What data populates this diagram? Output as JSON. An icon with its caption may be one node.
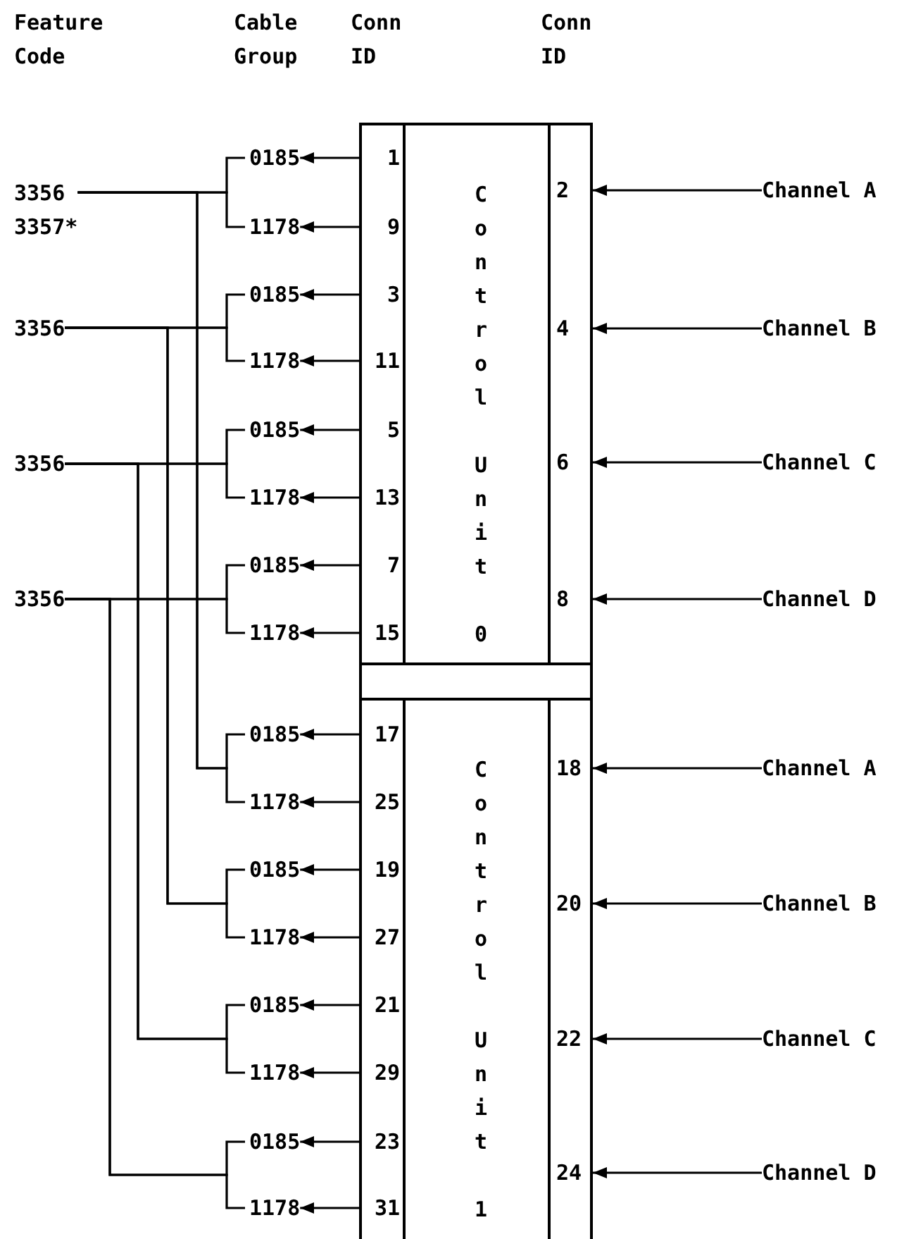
{
  "diagram": {
    "nodes": [
      {
        "text": [
          "3356",
          "3357*"
        ]
      },
      {
        "text": [
          "3356"
        ]
      },
      {
        "text": [
          "3356"
        ]
      },
      {
        "text": [
          "3356"
        ]
      },
      {
        "text": [
          "0185"
        ]
      },
      {
        "text": [
          "1178"
        ]
      },
      {
        "text": [
          "0185"
        ]
      },
      {
        "text": [
          "1178"
        ]
      },
      {
        "text": [
          "0185"
        ]
      },
      {
        "text": [
          "1178"
        ]
      },
      {
        "text": [
          "0185"
        ]
      },
      {
        "text": [
          "1178"
        ]
      },
      {
        "text": [
          "0185"
        ]
      },
      {
        "text": [
          "1178"
        ]
      },
      {
        "text": [
          "0185"
        ]
      },
      {
        "text": [
          "1178"
        ]
      },
      {
        "text": [
          "0185"
        ]
      },
      {
        "text": [
          "1178"
        ]
      },
      {
        "text": [
          "0185"
        ]
      },
      {
        "text": [
          "1178"
        ]
      },
      {
        "text": [
          "Control Unit 0"
        ]
      },
      {
        "text": [
          "1"
        ],
        "in": 20
      },
      {
        "text": [
          "9"
        ],
        "in": 20
      },
      {
        "text": [
          "3"
        ],
        "in": 20
      },
      {
        "text": [
          "11"
        ],
        "in": 20
      },
      {
        "text": [
          "5"
        ],
        "in": 20
      },
      {
        "text": [
          "13"
        ],
        "in": 20
      },
      {
        "text": [
          "7"
        ],
        "in": 20
      },
      {
        "text": [
          "15"
        ],
        "in": 20
      },
      {
        "text": [
          "2"
        ],
        "in": 20
      },
      {
        "text": [
          "4"
        ],
        "in": 20
      },
      {
        "text": [
          "6"
        ],
        "in": 20
      },
      {
        "text": [
          "8"
        ],
        "in": 20
      },
      {
        "text": [],
        "shape": "box"
      },
      {
        "text": [
          "Control Unit 1"
        ]
      },
      {
        "text": [
          "17"
        ],
        "in": 34
      },
      {
        "text": [
          "25"
        ],
        "in": 34
      },
      {
        "text": [
          "19"
        ],
        "in": 34
      },
      {
        "text": [
          "27"
        ],
        "in": 34
      },
      {
        "text": [
          "21"
        ],
        "in": 34
      },
      {
        "text": [
          "29"
        ],
        "in": 34
      },
      {
        "text": [
          "23"
        ],
        "in": 34
      },
      {
        "text": [
          "31"
        ],
        "in": 34
      },
      {
        "text": [
          "18"
        ],
        "in": 34
      },
      {
        "text": [
          "20"
        ],
        "in": 34
      },
      {
        "text": [
          "22"
        ],
        "in": 34
      },
      {
        "text": [
          "24"
        ],
        "in": 34
      },
      {
        "text": [
          "Channel A"
        ]
      },
      {
        "text": [
          "Channel B"
        ]
      },
      {
        "text": [
          "Channel C"
        ]
      },
      {
        "text": [
          "Channel D"
        ]
      },
      {
        "text": [
          "Channel A"
        ]
      },
      {
        "text": [
          "Channel B"
        ]
      },
      {
        "text": [
          "Channel C"
        ]
      },
      {
        "text": [
          "Channel D"
        ]
      }
    ],
    "edges": [
      {
        "from": 0,
        "to": 4,
        "arrow": "none"
      },
      {
        "from": 0,
        "to": 5,
        "arrow": "none"
      },
      {
        "from": 0,
        "to": 12,
        "arrow": "none"
      },
      {
        "from": 0,
        "to": 13,
        "arrow": "none"
      },
      {
        "from": 1,
        "to": 6,
        "arrow": "none"
      },
      {
        "from": 1,
        "to": 7,
        "arrow": "none"
      },
      {
        "from": 1,
        "to": 14,
        "arrow": "none"
      },
      {
        "from": 1,
        "to": 15,
        "arrow": "none"
      },
      {
        "from": 2,
        "to": 8,
        "arrow": "none"
      },
      {
        "from": 2,
        "to": 9,
        "arrow": "none"
      },
      {
        "from": 2,
        "to": 16,
        "arrow": "none"
      },
      {
        "from": 2,
        "to": 17,
        "arrow": "none"
      },
      {
        "from": 3,
        "to": 10,
        "arrow": "none"
      },
      {
        "from": 3,
        "to": 11,
        "arrow": "none"
      },
      {
        "from": 3,
        "to": 18,
        "arrow": "none"
      },
      {
        "from": 3,
        "to": 19,
        "arrow": "none"
      },
      {
        "from": 21,
        "to": 4,
        "arrow": "to"
      },
      {
        "from": 22,
        "to": 5,
        "arrow": "to"
      },
      {
        "from": 23,
        "to": 6,
        "arrow": "to"
      },
      {
        "from": 24,
        "to": 7,
        "arrow": "to"
      },
      {
        "from": 25,
        "to": 8,
        "arrow": "to"
      },
      {
        "from": 26,
        "to": 9,
        "arrow": "to"
      },
      {
        "from": 27,
        "to": 10,
        "arrow": "to"
      },
      {
        "from": 28,
        "to": 11,
        "arrow": "to"
      },
      {
        "from": 35,
        "to": 12,
        "arrow": "to"
      },
      {
        "from": 36,
        "to": 13,
        "arrow": "to"
      },
      {
        "from": 37,
        "to": 14,
        "arrow": "to"
      },
      {
        "from": 38,
        "to": 15,
        "arrow": "to"
      },
      {
        "from": 39,
        "to": 16,
        "arrow": "to"
      },
      {
        "from": 40,
        "to": 17,
        "arrow": "to"
      },
      {
        "from": 41,
        "to": 18,
        "arrow": "to"
      },
      {
        "from": 42,
        "to": 19,
        "arrow": "to"
      },
      {
        "from": 47,
        "to": 29,
        "arrow": "to"
      },
      {
        "from": 48,
        "to": 30,
        "arrow": "to"
      },
      {
        "from": 49,
        "to": 31,
        "arrow": "to"
      },
      {
        "from": 50,
        "to": 32,
        "arrow": "to"
      },
      {
        "from": 51,
        "to": 43,
        "arrow": "to"
      },
      {
        "from": 52,
        "to": 44,
        "arrow": "to"
      },
      {
        "from": 53,
        "to": 45,
        "arrow": "to"
      },
      {
        "from": 54,
        "to": 46,
        "arrow": "to"
      }
    ],
    "labels": [
      "Feature Code",
      "Cable Group",
      "Conn ID",
      "Conn ID"
    ]
  }
}
